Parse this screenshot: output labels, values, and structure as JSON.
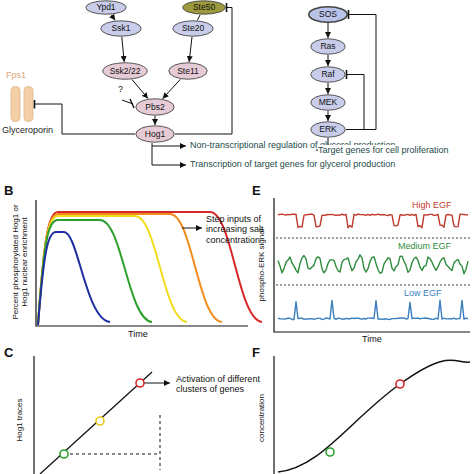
{
  "diagram": {
    "nodes": [
      {
        "text": [
          "Ypd1"
        ]
      },
      {
        "text": [
          "Ssk1"
        ]
      },
      {
        "text": [
          "Ste50"
        ]
      },
      {
        "text": [
          "Ste20"
        ]
      },
      {
        "text": [
          "Ssk2/22"
        ]
      },
      {
        "text": [
          "Ste11"
        ]
      },
      {
        "text": [
          "Pbs2"
        ]
      },
      {
        "text": [
          "Hog1"
        ]
      },
      {
        "text": [
          "Fps1",
          "Glyceroporin"
        ]
      },
      {
        "text": [
          "SOS"
        ]
      },
      {
        "text": [
          "Ras"
        ]
      },
      {
        "text": [
          "Raf"
        ]
      },
      {
        "text": [
          "MEK"
        ]
      },
      {
        "text": [
          "ERK"
        ]
      }
    ],
    "edges": [
      {
        "from": 0,
        "to": 1,
        "arrow": "to"
      },
      {
        "from": 2,
        "to": 3,
        "arrow": "none"
      },
      {
        "from": 1,
        "to": 4,
        "arrow": "to"
      },
      {
        "from": 3,
        "to": 5,
        "arrow": "to"
      },
      {
        "from": 4,
        "to": 6,
        "arrow": "to"
      },
      {
        "from": 5,
        "to": 6,
        "arrow": "to"
      },
      {
        "from": 6,
        "to": 7,
        "arrow": "to"
      },
      {
        "from": 7,
        "to": 8,
        "arrow": "to"
      },
      {
        "from": 7,
        "to": 2,
        "arrow": "to"
      },
      {
        "from": 9,
        "to": 10,
        "arrow": "to"
      },
      {
        "from": 10,
        "to": 11,
        "arrow": "to"
      },
      {
        "from": 11,
        "to": 12,
        "arrow": "to"
      },
      {
        "from": 12,
        "to": 13,
        "arrow": "to"
      },
      {
        "from": 13,
        "to": 9,
        "arrow": "to"
      },
      {
        "from": 13,
        "to": 11,
        "arrow": "to"
      }
    ],
    "labels": [
      "?",
      "Non-transcriptional regulation of glycerol production",
      "Transcription of target genes for glycerol production",
      "Target genes for cell proliferation",
      "B",
      "Percent phosphorylated Hog1 or Hog1 nuclear enrichment",
      "Time",
      "Step inputs of increasing salt concentration",
      "C",
      "Hog1 traces",
      "Activation of different clusters of genes",
      "E",
      "phospho-ERK signal",
      "High EGF",
      "Medium EGF",
      "Low EGF",
      "Time",
      "F",
      "concentration"
    ]
  }
}
